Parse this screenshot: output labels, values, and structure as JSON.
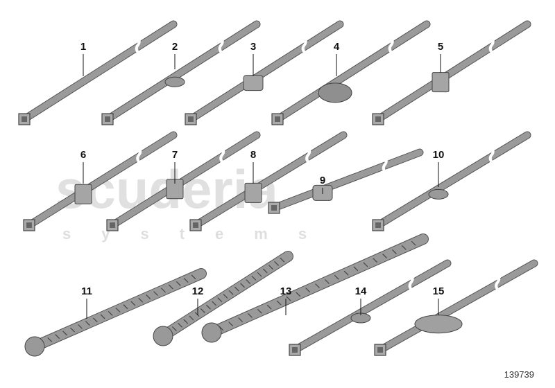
{
  "diagram": {
    "reference_number": "139739",
    "watermark": {
      "line1": "scuderia",
      "line2": "systems"
    },
    "parts": [
      {
        "label": "1",
        "type": "cable-tie"
      },
      {
        "label": "2",
        "type": "cable-tie-with-clip"
      },
      {
        "label": "3",
        "type": "cable-tie-with-bracket"
      },
      {
        "label": "4",
        "type": "cable-tie-with-mount"
      },
      {
        "label": "5",
        "type": "cable-tie-with-edge-clip"
      },
      {
        "label": "6",
        "type": "cable-tie-with-edge-clip"
      },
      {
        "label": "7",
        "type": "cable-tie-with-edge-clip"
      },
      {
        "label": "8",
        "type": "cable-tie-with-edge-clip"
      },
      {
        "label": "9",
        "type": "cable-tie-with-bracket"
      },
      {
        "label": "10",
        "type": "cable-tie-with-clip"
      },
      {
        "label": "11",
        "type": "strap"
      },
      {
        "label": "12",
        "type": "strap"
      },
      {
        "label": "13",
        "type": "strap"
      },
      {
        "label": "14",
        "type": "cable-tie-with-clip"
      },
      {
        "label": "15",
        "type": "cable-tie-with-disc"
      }
    ]
  }
}
